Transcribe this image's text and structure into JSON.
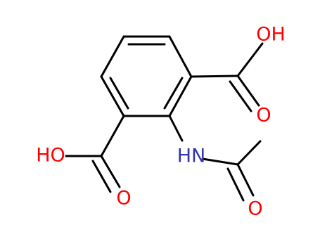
{
  "molecule": {
    "colors": {
      "carbon_bond": "#000000",
      "oxygen": "#ff0000",
      "nitrogen": "#3333aa"
    },
    "atom_labels": {
      "oh_top": "OH",
      "o_top": "O",
      "ho_left": "HO",
      "o_left": "O",
      "nh": "HN",
      "o_amide": "O"
    }
  }
}
